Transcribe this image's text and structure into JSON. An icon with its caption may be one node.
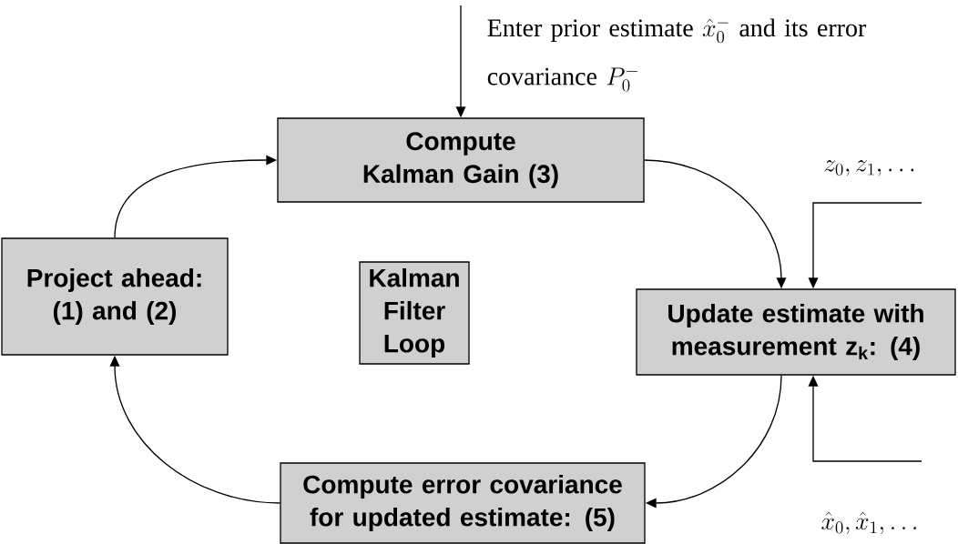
{
  "diagram": {
    "nodes": [
      {
        "text": [
          "Compute Kalman Gain (3)"
        ]
      },
      {
        "text": [
          "Project ahead: (1) and (2)"
        ]
      },
      {
        "text": [
          "Kalman Filter Loop"
        ]
      },
      {
        "text": [
          "Update estimate with measurement z$_{k}$: (4)"
        ]
      },
      {
        "text": [
          "Compute error covariance for updated estimate: (5)"
        ]
      }
    ],
    "edges": [
      {
        "from": null,
        "to": 0,
        "arrow": "to"
      },
      {
        "from": 0,
        "to": 3,
        "arrow": "to"
      },
      {
        "from": null,
        "to": 3,
        "arrow": "to"
      },
      {
        "from": null,
        "to": 3,
        "arrow": "to"
      },
      {
        "from": 3,
        "to": 4,
        "arrow": "to"
      },
      {
        "from": 4,
        "to": 1,
        "arrow": "to"
      },
      {
        "from": 1,
        "to": 0,
        "arrow": "to"
      }
    ],
    "labels": [
      "Enter prior estimate",
      "\\hat{x}_0^-",
      "and its error covariance",
      "P_0^-",
      "z_0 , z_1 ,\\ldots",
      "\\hat{x}_0 , \\hat{x}_1 ,\\ldots"
    ]
  }
}
